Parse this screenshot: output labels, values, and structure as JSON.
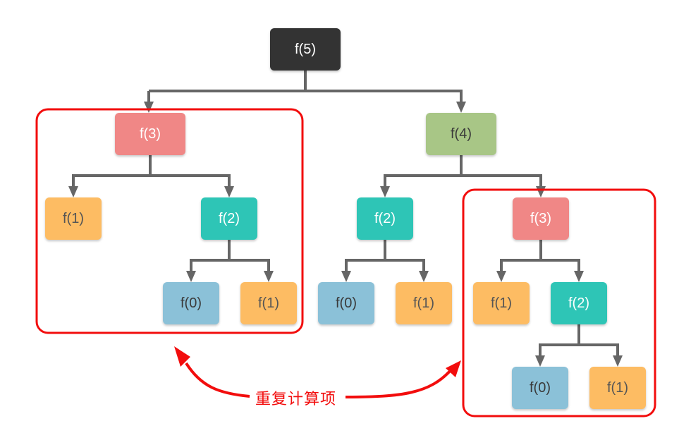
{
  "diagram": {
    "type": "recursion-tree",
    "title": "Fibonacci recursion tree",
    "colors": {
      "root": "#333333",
      "f3": "#F08786",
      "f4": "#A8C686",
      "f2": "#2EC5B6",
      "f1": "#FDBC63",
      "f0": "#8BC1D8",
      "connector": "#666666",
      "highlight": "#F20D0D"
    },
    "nodes": {
      "f5": "f(5)",
      "f3_left": "f(3)",
      "f4": "f(4)",
      "f1_a": "f(1)",
      "f2_a": "f(2)",
      "f0_a": "f(0)",
      "f1_b": "f(1)",
      "f2_b": "f(2)",
      "f0_b": "f(0)",
      "f1_c": "f(1)",
      "f3_right": "f(3)",
      "f1_d": "f(1)",
      "f2_c": "f(2)",
      "f0_c": "f(0)",
      "f1_e": "f(1)"
    },
    "edges": [
      [
        "f5",
        "f3_left"
      ],
      [
        "f5",
        "f4"
      ],
      [
        "f3_left",
        "f1_a"
      ],
      [
        "f3_left",
        "f2_a"
      ],
      [
        "f2_a",
        "f0_a"
      ],
      [
        "f2_a",
        "f1_b"
      ],
      [
        "f4",
        "f2_b"
      ],
      [
        "f4",
        "f3_right"
      ],
      [
        "f2_b",
        "f0_b"
      ],
      [
        "f2_b",
        "f1_c"
      ],
      [
        "f3_right",
        "f1_d"
      ],
      [
        "f3_right",
        "f2_c"
      ],
      [
        "f2_c",
        "f0_c"
      ],
      [
        "f2_c",
        "f1_e"
      ]
    ],
    "highlight_groups": [
      "f3_left subtree",
      "f3_right subtree"
    ],
    "annotation": "重复计算项"
  }
}
